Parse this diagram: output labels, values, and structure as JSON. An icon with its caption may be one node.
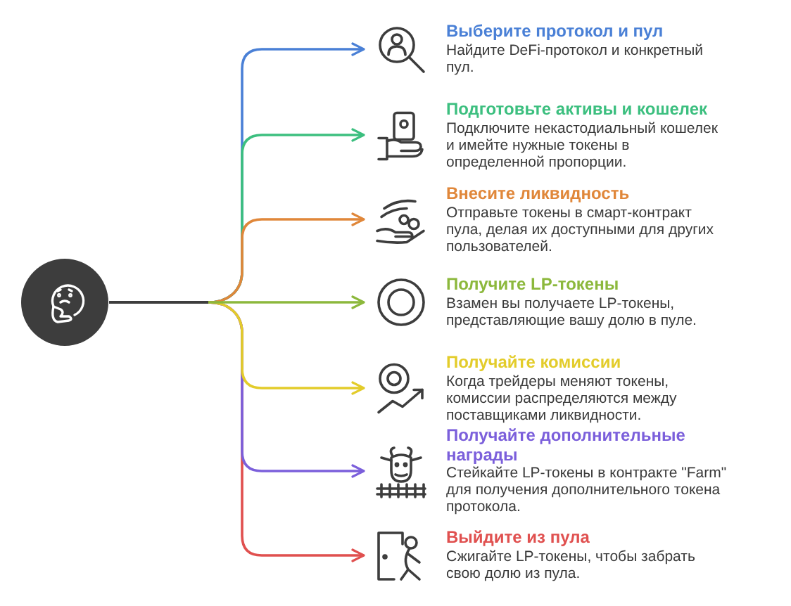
{
  "diagram": {
    "nodes": [
      {
        "text": [],
        "shape": "circle"
      },
      {
        "text": [
          "Выберите протокол и пул",
          "Найдите DeFi-протокол и конкретный пул."
        ]
      },
      {
        "text": [
          "Подготовьте активы и кошелек",
          "Подключите некастодиальный кошелек и имейте нужные токены в определенной пропорции."
        ]
      },
      {
        "text": [
          "Внесите ликвидность",
          "Отправьте токены в смарт-контракт пула, делая их доступными для других пользователей."
        ]
      },
      {
        "text": [
          "Получите LP-токены",
          "Взамен вы получаете LP-токены, представляющие вашу долю в пуле."
        ]
      },
      {
        "text": [
          "Получайте комиссии",
          "Когда трейдеры меняют токены, комиссии распределяются между поставщиками ликвидности."
        ]
      },
      {
        "text": [
          "Получайте дополнительные награды",
          "Стейкайте LP-токены в контракте \"Farm\" для получения дополнительного токена протокола."
        ]
      },
      {
        "text": [
          "Выйдите из пула",
          "Сжигайте LP-токены, чтобы забрать свою долю из пула."
        ]
      }
    ],
    "edges": [
      {
        "from": 0,
        "to": 1,
        "arrow": "to",
        "color": "#4a80d6"
      },
      {
        "from": 0,
        "to": 2,
        "arrow": "to",
        "color": "#3cbf7f"
      },
      {
        "from": 0,
        "to": 3,
        "arrow": "to",
        "color": "#e0873a"
      },
      {
        "from": 0,
        "to": 4,
        "arrow": "to",
        "color": "#8cb83c"
      },
      {
        "from": 0,
        "to": 5,
        "arrow": "to",
        "color": "#e3cc2a"
      },
      {
        "from": 0,
        "to": 6,
        "arrow": "to",
        "color": "#7b5fdb"
      },
      {
        "from": 0,
        "to": 7,
        "arrow": "to",
        "color": "#e0504f"
      }
    ]
  }
}
